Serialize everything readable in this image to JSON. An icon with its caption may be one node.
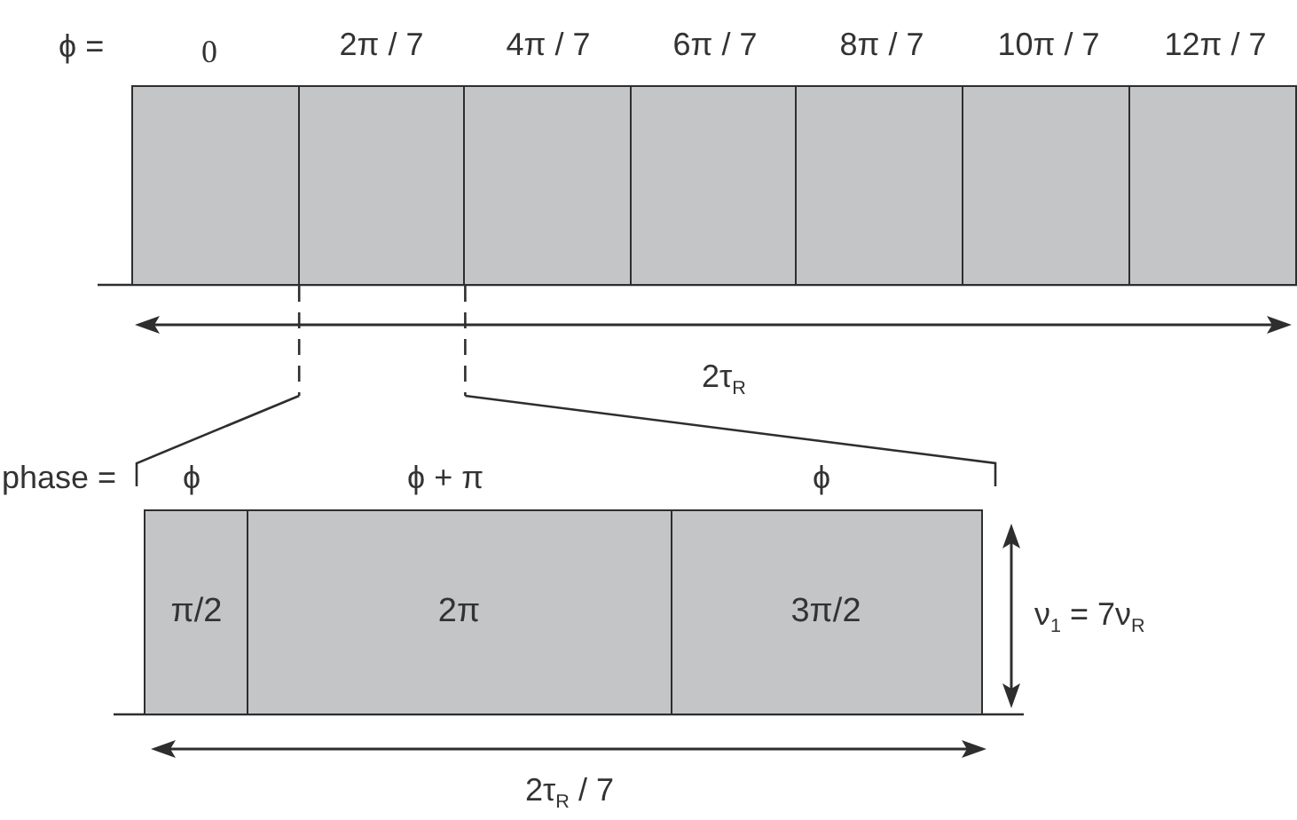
{
  "diagram": {
    "nodes": [
      {
        "text": [],
        "shape": "box",
        "beside": [
          "0"
        ]
      },
      {
        "text": [],
        "shape": "box",
        "beside": [
          "2π / 7"
        ]
      },
      {
        "text": [],
        "shape": "box",
        "beside": [
          "4π / 7"
        ]
      },
      {
        "text": [],
        "shape": "box",
        "beside": [
          "6π / 7"
        ]
      },
      {
        "text": [],
        "shape": "box",
        "beside": [
          "8π / 7"
        ]
      },
      {
        "text": [],
        "shape": "box",
        "beside": [
          "10π / 7"
        ]
      },
      {
        "text": [],
        "shape": "box",
        "beside": [
          "12π / 7"
        ]
      },
      {
        "text": [
          "π/2"
        ],
        "beside": [
          "ϕ"
        ]
      },
      {
        "text": [
          "2π"
        ],
        "beside": [
          "ϕ + π"
        ]
      },
      {
        "text": [
          "3π/2"
        ],
        "beside": [
          "ϕ"
        ]
      }
    ],
    "labels": [
      "ϕ =",
      "2τ$_{R}$",
      "phase =",
      "ν$_{1}$ = 7ν$_{R}$",
      "2τ$_{R}$ / 7"
    ]
  }
}
